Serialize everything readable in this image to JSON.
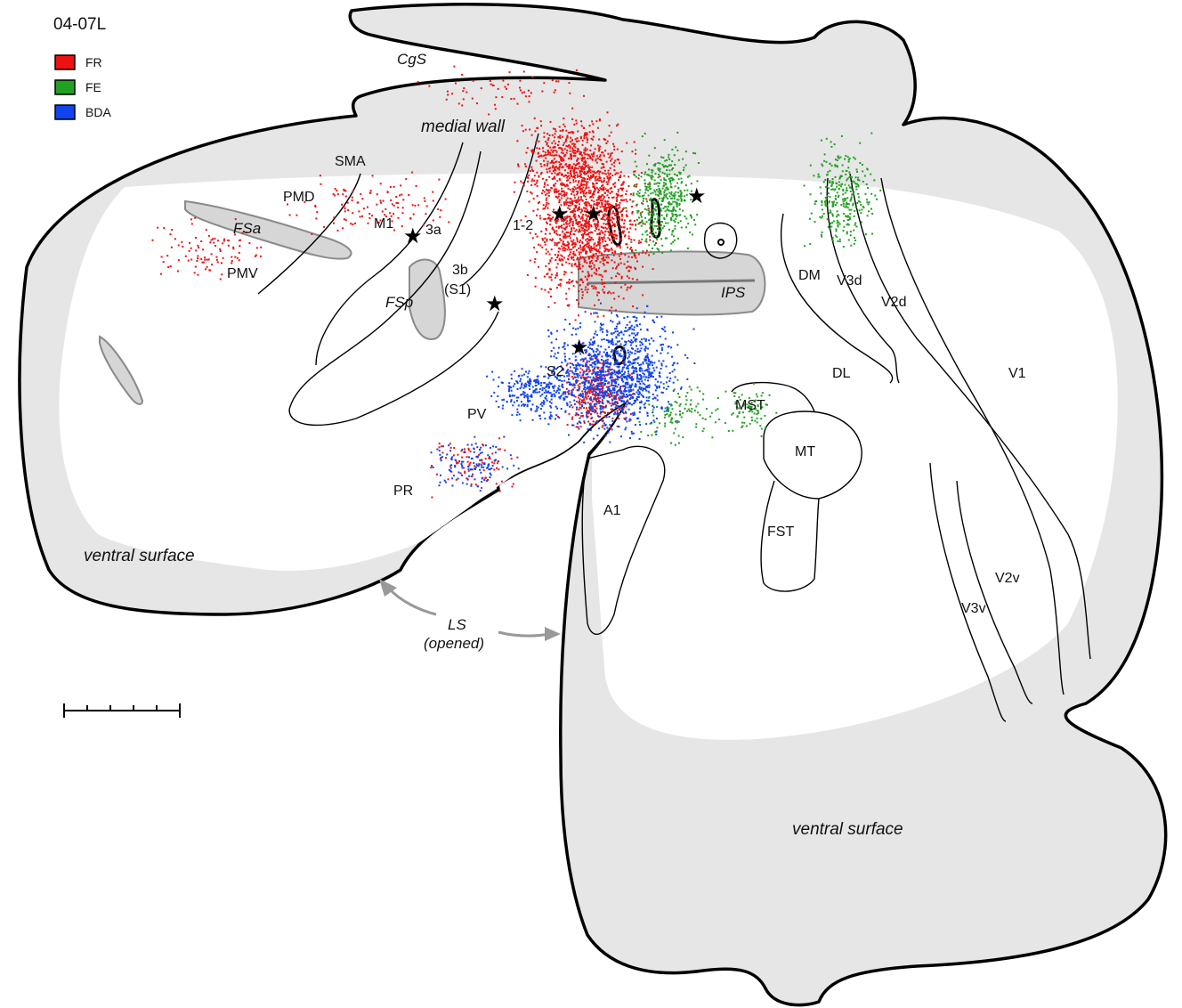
{
  "case_id": "04-07L",
  "legend": [
    {
      "label": "FR",
      "color": "#ee1111"
    },
    {
      "label": "FE",
      "color": "#22a022"
    },
    {
      "label": "BDA",
      "color": "#1144ee"
    }
  ],
  "areas": {
    "sma": "SMA",
    "pmd": "PMD",
    "pmv": "PMV",
    "m1": "M1",
    "area3a": "3a",
    "area3b": "3b",
    "s1": "(S1)",
    "area1_2": "1-2",
    "s2": "S2",
    "pv": "PV",
    "pr": "PR",
    "a1": "A1",
    "mst": "MST",
    "mt": "MT",
    "fst": "FST",
    "dl": "DL",
    "dm": "DM",
    "v3d": "V3d",
    "v2d": "V2d",
    "v1": "V1",
    "v2v": "V2v",
    "v3v": "V3v"
  },
  "sulci": {
    "cgs": "CgS",
    "fsa": "FSa",
    "fsp": "FSp",
    "ips": "IPS",
    "ls": "LS",
    "ls_note": "(opened)"
  },
  "surfaces": {
    "medial_wall": "medial wall",
    "ventral_left": "ventral surface",
    "ventral_right": "ventral surface"
  },
  "colors": {
    "outline": "#000000",
    "fill": "#e6e6e6",
    "sulcus": "#d6d6d6"
  }
}
